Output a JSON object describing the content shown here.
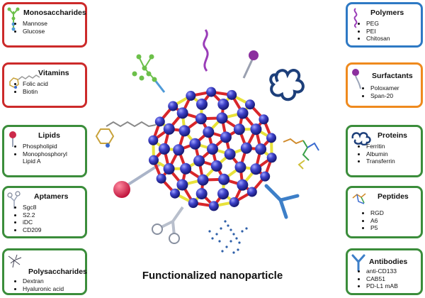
{
  "title": "Functionalized nanoparticle",
  "panels": [
    {
      "title": "Monosaccharides",
      "items": [
        "Mannose",
        "Glucose"
      ]
    },
    {
      "title": "Vitamins",
      "items": [
        "Folic acid",
        "Biotin"
      ]
    },
    {
      "title": "Lipids",
      "items": [
        "Phospholipid",
        "Monophosphoryl",
        "Lipid A"
      ]
    },
    {
      "title": "Aptamers",
      "items": [
        "Sgc8",
        "S2.2",
        "iDC",
        "CD209"
      ]
    },
    {
      "title": "Polysaccharides",
      "items": [
        "Dextran",
        "Hyaluronic acid"
      ]
    },
    {
      "title": "Polymers",
      "items": [
        "PEG",
        "PEI",
        "Chitosan"
      ]
    },
    {
      "title": "Surfactants",
      "items": [
        "Poloxamer",
        "Span-20"
      ]
    },
    {
      "title": "Proteins",
      "items": [
        "Ferritin",
        "Albumin",
        "Transferrin"
      ]
    },
    {
      "title": "Peptides",
      "items": [
        "RGD",
        "A6",
        "P5"
      ]
    },
    {
      "title": "Antibodies",
      "items": [
        "anti-CD133",
        "CAB51",
        "PD-L1 mAB"
      ]
    }
  ],
  "colors": {
    "red": "#cc2a2a",
    "green": "#3b8d3b",
    "blue": "#2e79c4",
    "orange": "#ef8a1e",
    "sphere": "#3a3ec4",
    "bond_red": "#d8262a",
    "bond_yellow": "#e8e23a"
  }
}
